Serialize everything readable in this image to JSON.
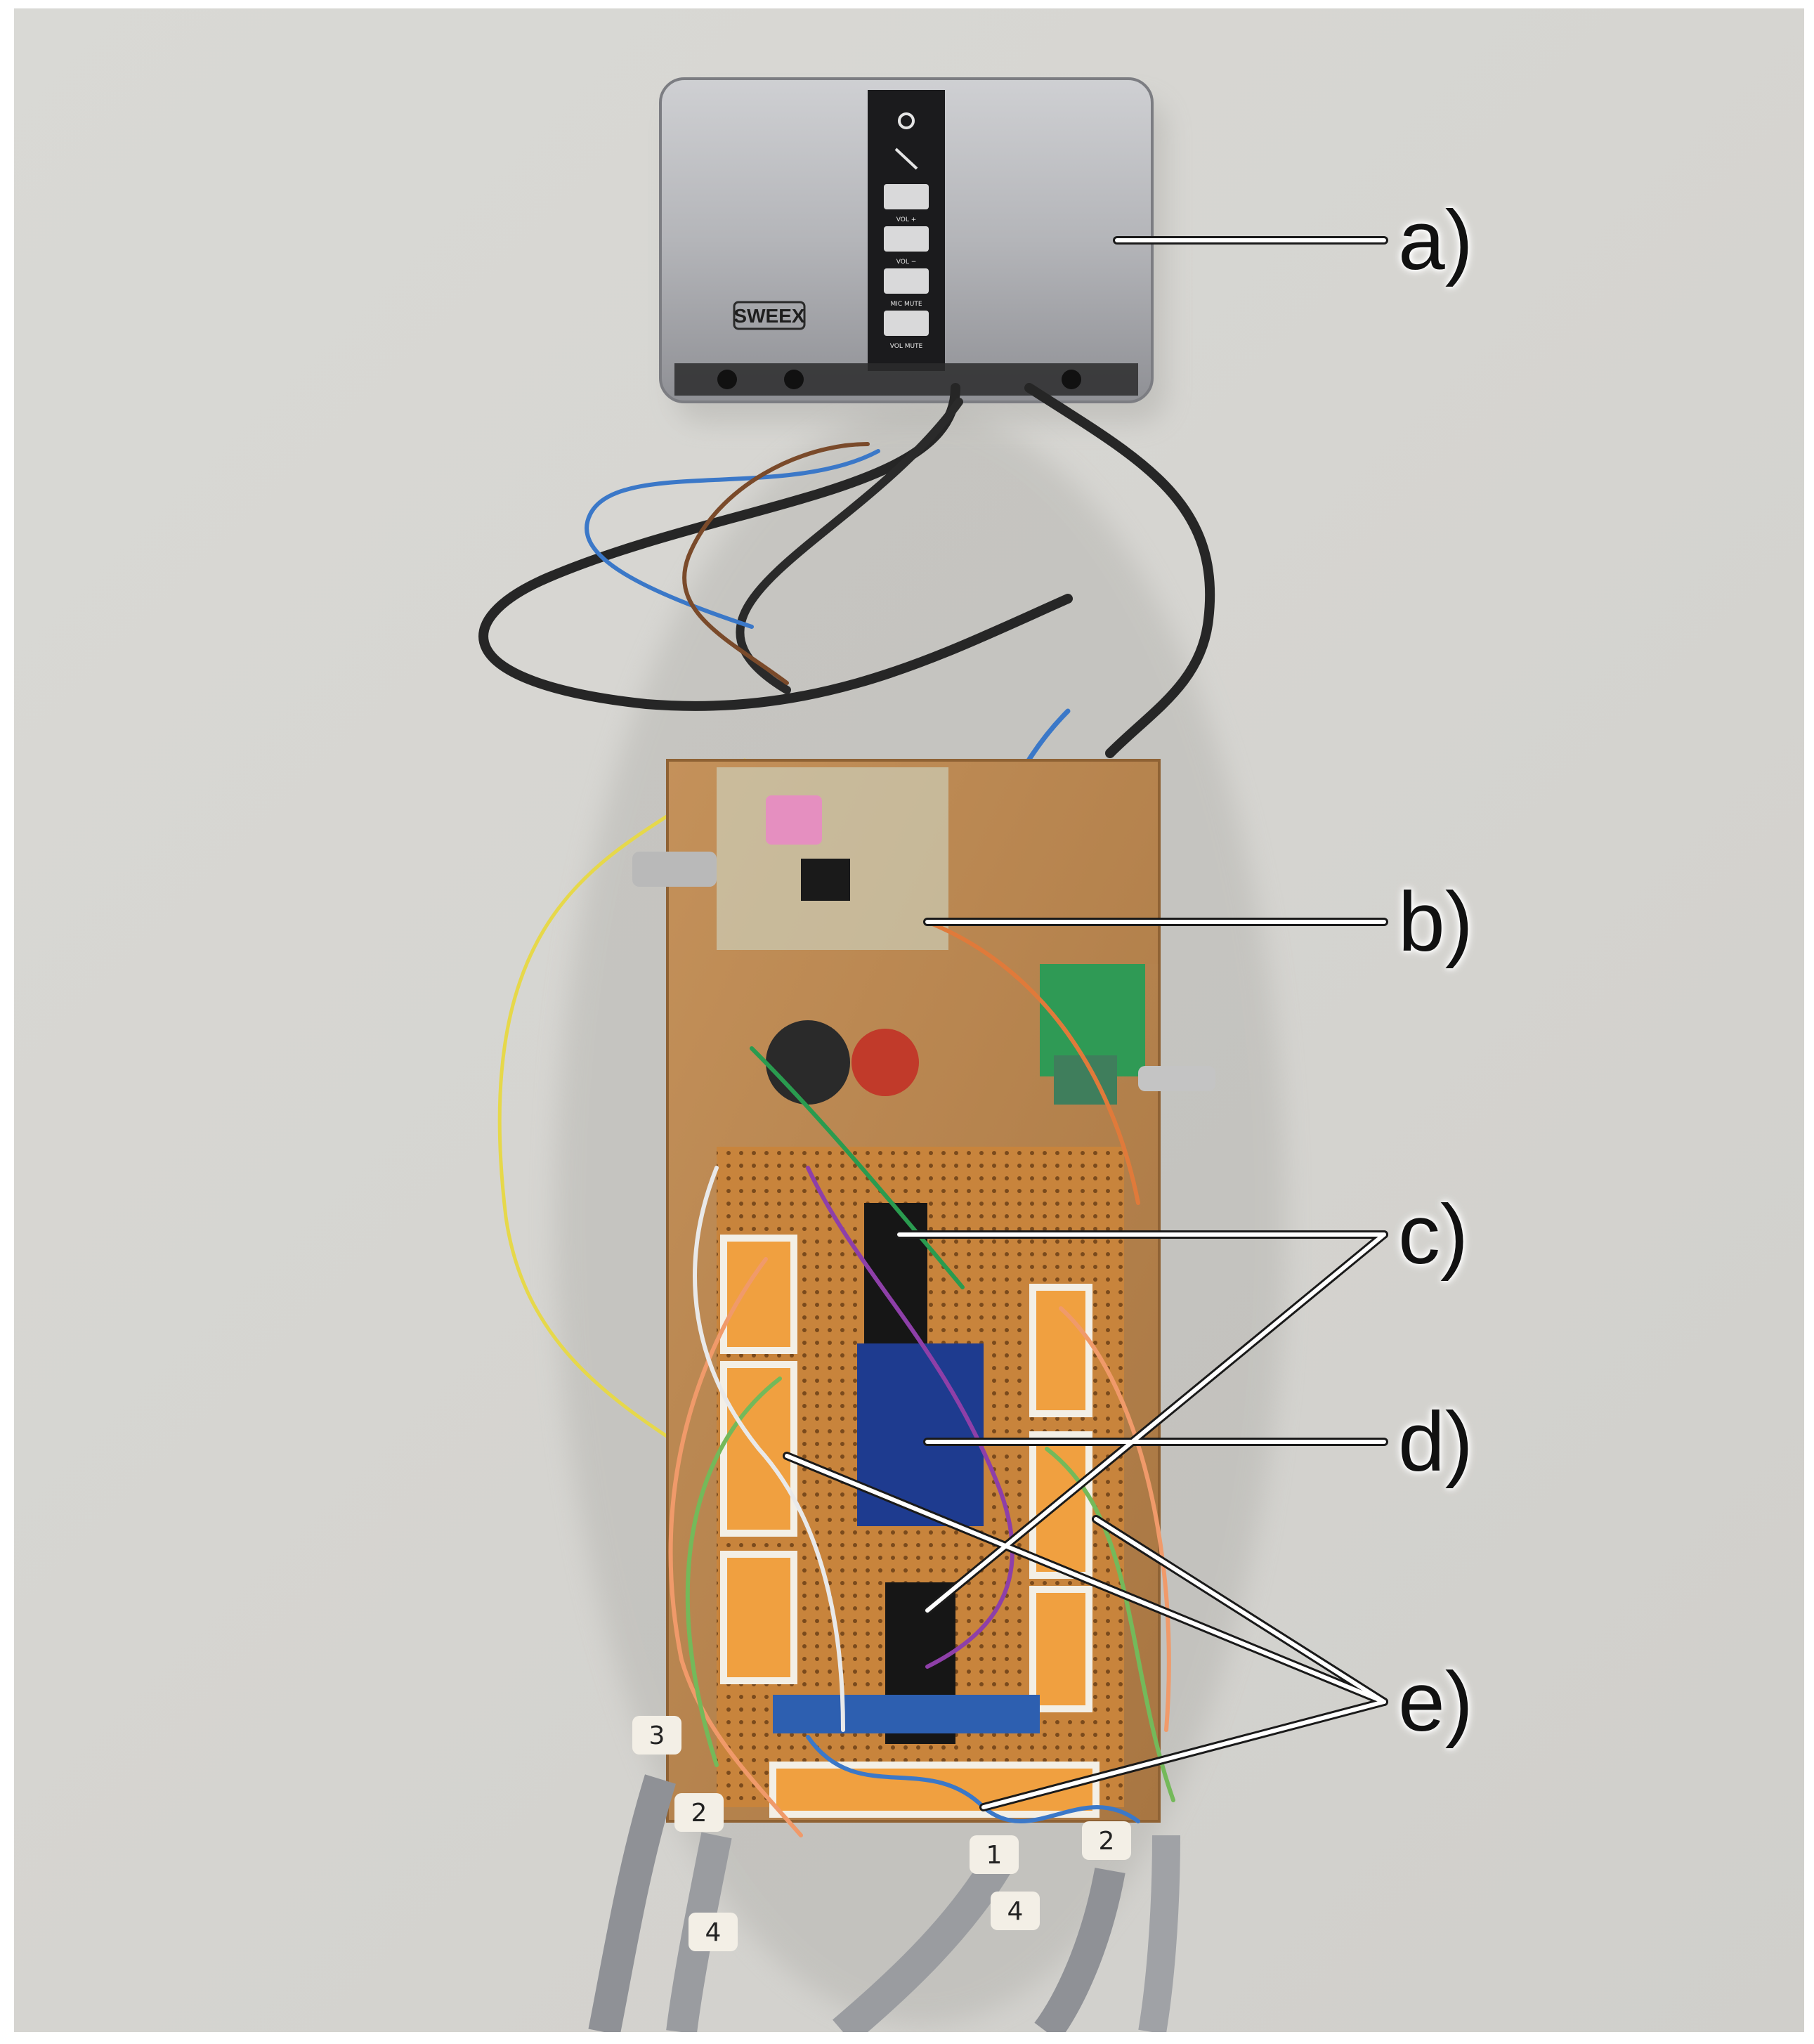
{
  "photo": {
    "device_brand": "SWEEX",
    "device_buttons": [
      "VOL +",
      "VOL −",
      "MIC MUTE",
      "VOL MUTE"
    ],
    "device_icons": [
      "sun-icon",
      "mic-slash-icon"
    ],
    "cable_labels": [
      "3",
      "2",
      "4",
      "1",
      "2",
      "4"
    ]
  },
  "callouts": {
    "a": "a)",
    "b": "b)",
    "c": "c)",
    "d": "d)",
    "e": "e)"
  },
  "colors": {
    "background": "#d6d5d1",
    "device_body": "#b7b8bb",
    "board": "#b8844e",
    "green_pcb": "#2f9a55",
    "blue_pcb": "#1e3b8f",
    "terminal_orange": "#f0a040",
    "terminal_white": "#f3efe6",
    "leader_line": "#ffffff"
  }
}
